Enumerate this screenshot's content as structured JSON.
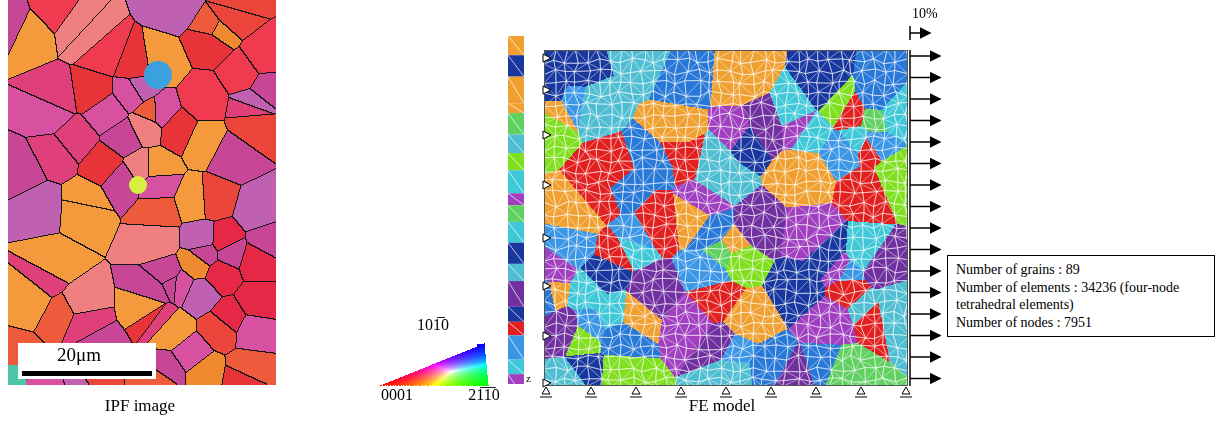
{
  "diagram": {
    "nodes": [
      {
        "text": [
          "Number of grains : 89",
          "Number of elements : 34236 (four-node tetrahedral elements)",
          "Number of nodes : 7951"
        ]
      }
    ],
    "labels": [
      "IPF image",
      "20μm",
      "101̅0",
      "0001",
      "21̅1̅0",
      "z",
      "FE model",
      "10%"
    ]
  }
}
